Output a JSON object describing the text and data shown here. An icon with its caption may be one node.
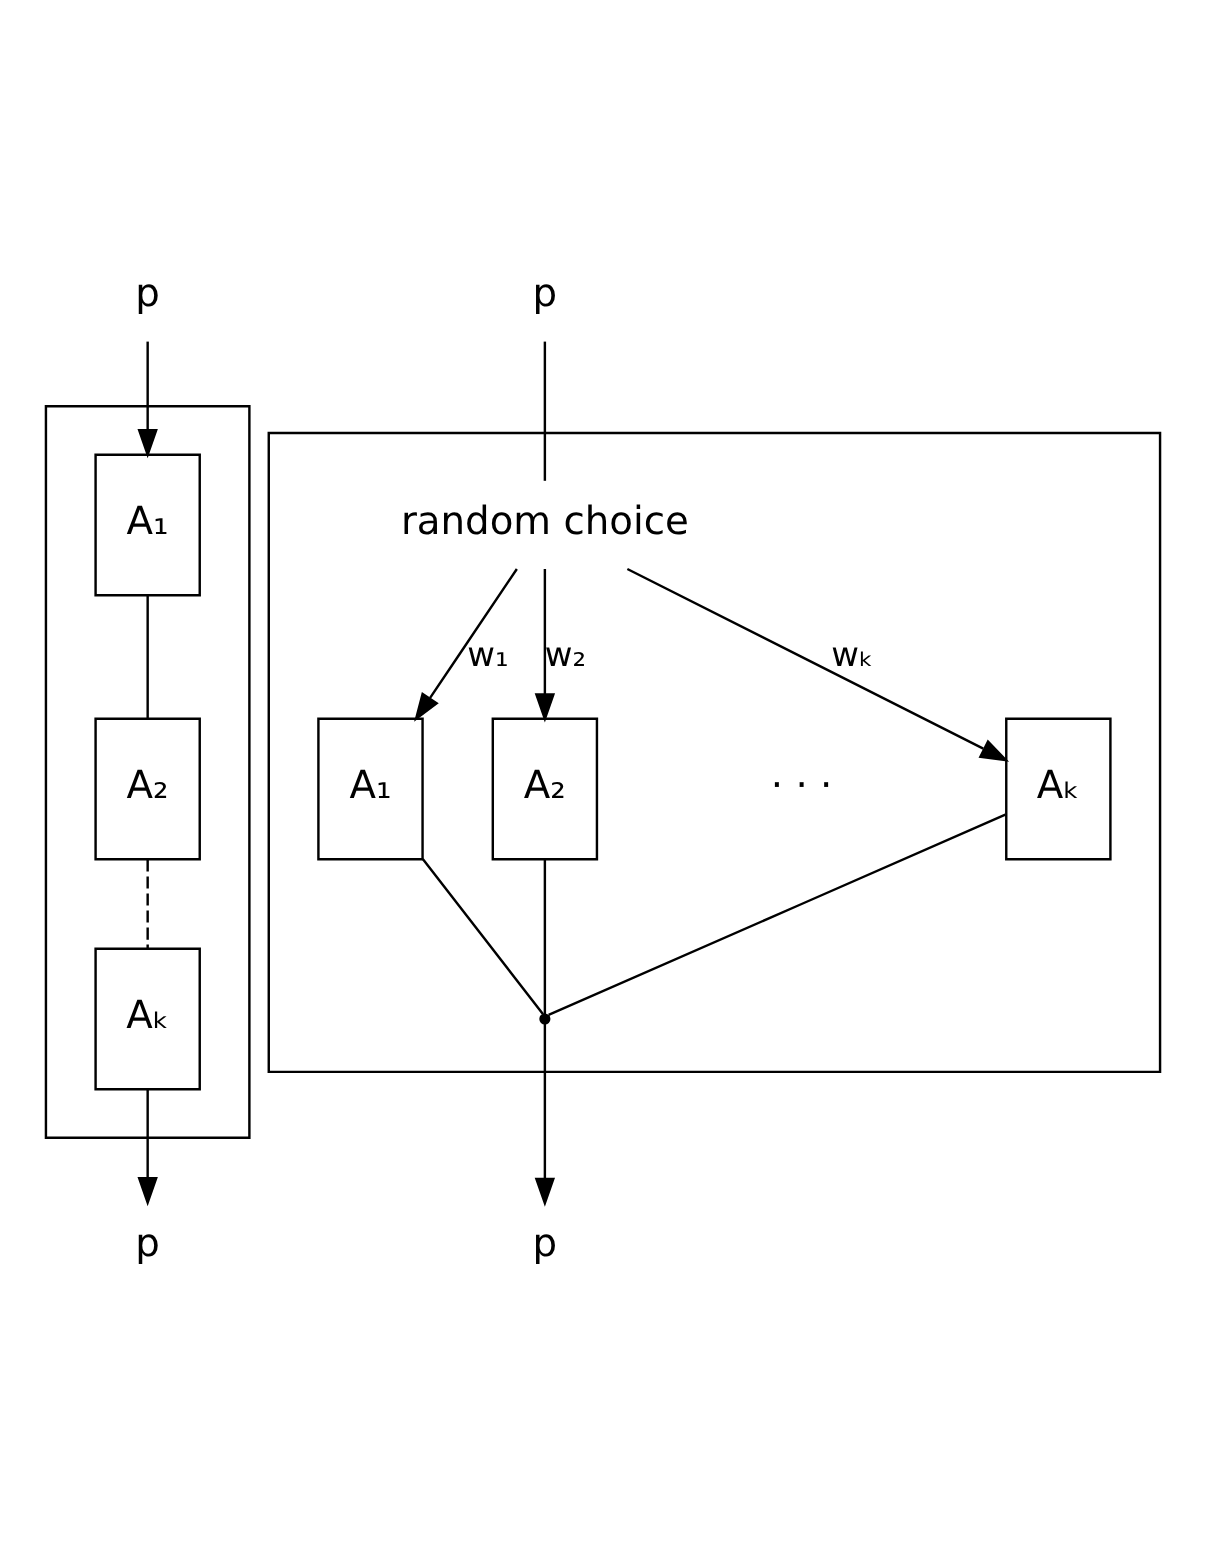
{
  "diagram": {
    "nodes": [
      {
        "text": [
          "p"
        ]
      },
      {
        "text": [],
        "shape": "box"
      },
      {
        "text": [
          "A₁"
        ],
        "in": 1
      },
      {
        "text": [
          "A₂"
        ],
        "in": 1
      },
      {
        "text": [
          "Aₖ"
        ],
        "in": 1
      },
      {
        "text": [
          "p"
        ]
      },
      {
        "text": [
          "p"
        ]
      },
      {
        "text": [],
        "shape": "box"
      },
      {
        "text": [
          "random choice"
        ],
        "in": 7
      },
      {
        "text": [
          "A₁"
        ],
        "in": 7
      },
      {
        "text": [
          "A₂"
        ],
        "in": 7
      },
      {
        "text": [
          "Aₖ"
        ],
        "in": 7
      },
      {
        "text": [],
        "shape": "point",
        "in": 7
      },
      {
        "text": [
          "p"
        ]
      }
    ],
    "edges": [
      {
        "from": 0,
        "to": 2,
        "arrow": "to"
      },
      {
        "from": 2,
        "to": 3,
        "arrow": "none"
      },
      {
        "from": 3,
        "to": 4,
        "arrow": "none",
        "style": "dashed"
      },
      {
        "from": 4,
        "to": 5,
        "arrow": "to"
      },
      {
        "from": 6,
        "to": 8,
        "arrow": "none"
      },
      {
        "from": 8,
        "to": 9,
        "arrow": "to",
        "label": "w₁"
      },
      {
        "from": 8,
        "to": 10,
        "arrow": "to",
        "label": "w₂"
      },
      {
        "from": 8,
        "to": 11,
        "arrow": "to",
        "label": "wₖ"
      },
      {
        "from": 9,
        "to": 12,
        "arrow": "none"
      },
      {
        "from": 10,
        "to": 12,
        "arrow": "none"
      },
      {
        "from": 11,
        "to": 12,
        "arrow": "none"
      },
      {
        "from": 12,
        "to": 13,
        "arrow": "to"
      }
    ],
    "labels": [
      "· · ·"
    ]
  }
}
